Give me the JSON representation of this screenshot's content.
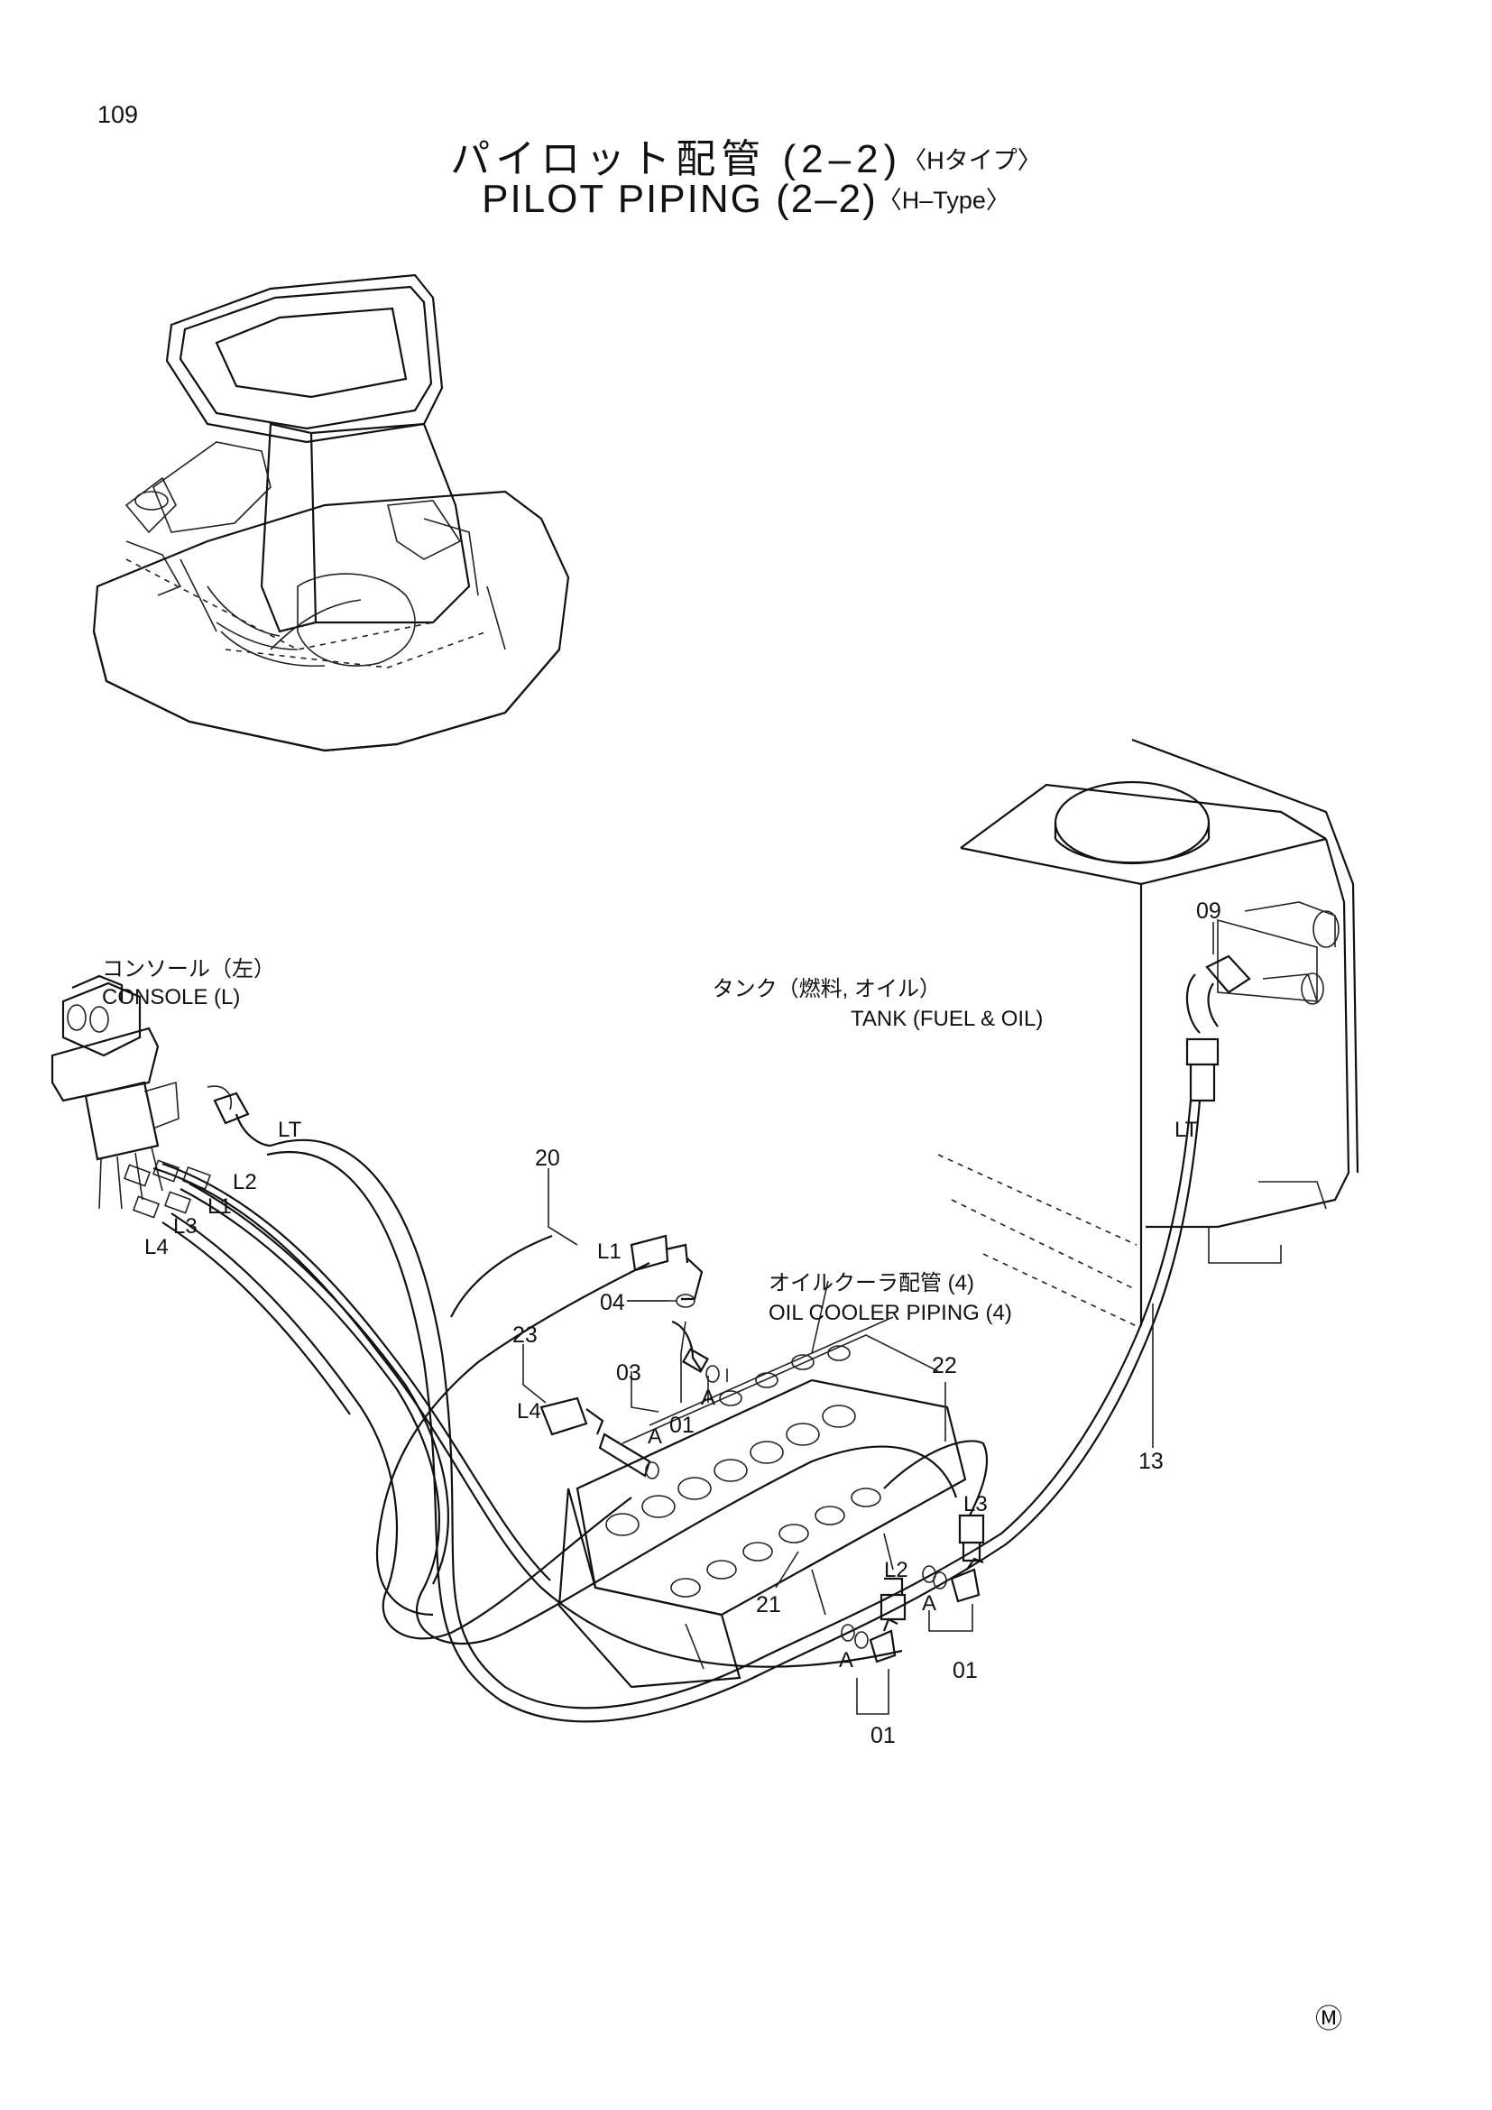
{
  "page": {
    "number": "109",
    "title_jp": "パイロット配管 (2–2)",
    "type_tag_jp": "〈Hタイプ〉",
    "title_en": "PILOT PIPING (2–2)",
    "type_tag_en": "〈H–Type〉",
    "mark": "Ⓜ"
  },
  "components": {
    "console_jp": "コンソール（左）",
    "console_en": "CONSOLE (L)",
    "tank_jp": "タンク（燃料, オイル）",
    "tank_en": "TANK (FUEL & OIL)",
    "oil_cooler_jp": "オイルクーラ配管 (4)",
    "oil_cooler_en": "OIL COOLER PIPING (4)"
  },
  "port_labels": {
    "lt": "LT",
    "l1": "L1",
    "l2": "L2",
    "l3": "L3",
    "l4": "L4",
    "a": "A"
  },
  "callouts": {
    "c01": "01",
    "c03": "03",
    "c04": "04",
    "c09": "09",
    "c13": "13",
    "c20": "20",
    "c21": "21",
    "c22": "22",
    "c23": "23"
  },
  "colors": {
    "ink": "#111111",
    "paper": "#ffffff"
  }
}
